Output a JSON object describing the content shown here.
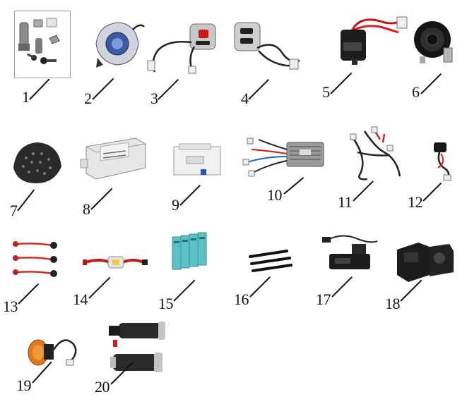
{
  "parts": [
    {
      "number": "1",
      "icon": "ignition-key-set-icon"
    },
    {
      "number": "2",
      "icon": "headlight-icon"
    },
    {
      "number": "3",
      "icon": "right-handlebar-switch-icon"
    },
    {
      "number": "4",
      "icon": "left-handlebar-switch-icon"
    },
    {
      "number": "5",
      "icon": "relay-icon"
    },
    {
      "number": "6",
      "icon": "horn-icon"
    },
    {
      "number": "7",
      "icon": "speaker-icon"
    },
    {
      "number": "8",
      "icon": "control-module-icon"
    },
    {
      "number": "9",
      "icon": "circuit-breaker-icon"
    },
    {
      "number": "10",
      "icon": "motor-controller-icon"
    },
    {
      "number": "11",
      "icon": "wiring-harness-icon"
    },
    {
      "number": "12",
      "icon": "connector-cable-icon"
    },
    {
      "number": "13",
      "icon": "brake-sensor-cables-icon"
    },
    {
      "number": "14",
      "icon": "fuse-holder-icon"
    },
    {
      "number": "15",
      "icon": "battery-pack-icon"
    },
    {
      "number": "16",
      "icon": "cable-ties-icon"
    },
    {
      "number": "17",
      "icon": "battery-charger-icon"
    },
    {
      "number": "18",
      "icon": "rear-light-assembly-icon"
    },
    {
      "number": "19",
      "icon": "charging-port-icon"
    },
    {
      "number": "20",
      "icon": "throttle-grips-icon"
    }
  ]
}
